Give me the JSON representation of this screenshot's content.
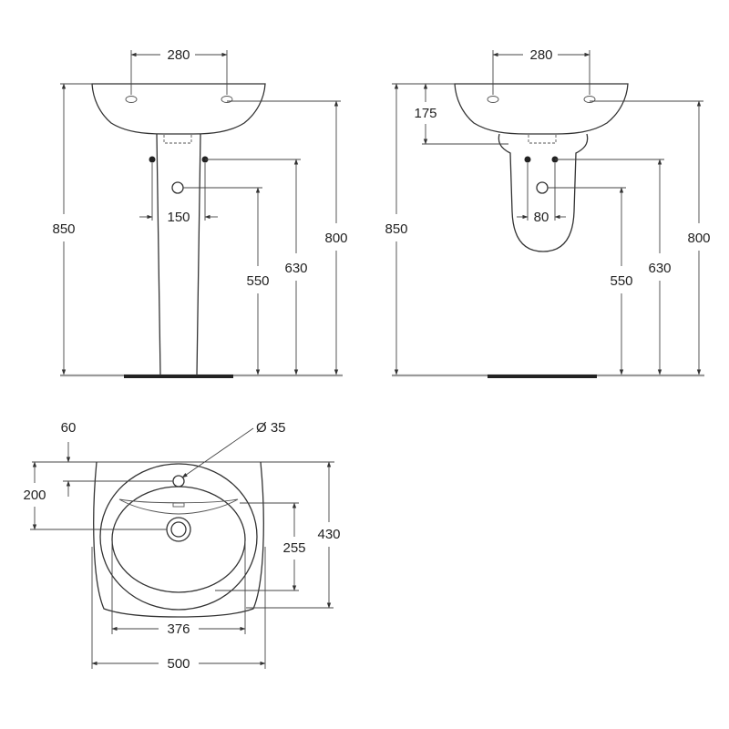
{
  "front_view": {
    "dim_hole_spacing": "280",
    "dim_total_height": "850",
    "dim_rim_height": "800",
    "dim_supply_height": "630",
    "dim_waste_height": "550",
    "dim_supply_spacing": "150"
  },
  "semi_pedestal_view": {
    "dim_hole_spacing": "280",
    "dim_total_height": "850",
    "dim_rim_to_bracket": "175",
    "dim_rim_height": "800",
    "dim_supply_height": "630",
    "dim_waste_height": "550",
    "dim_supply_spacing": "80"
  },
  "plan_view": {
    "dim_tap_hole_dia": "Ø 35",
    "dim_tap_hole_offset": "60",
    "dim_waste_offset": "200",
    "dim_bowl_depth": "255",
    "dim_total_depth": "430",
    "dim_bowl_width": "376",
    "dim_total_width": "500"
  },
  "colors": {
    "line": "#333333",
    "floor": "#9a9a9a",
    "base": "#222222"
  }
}
